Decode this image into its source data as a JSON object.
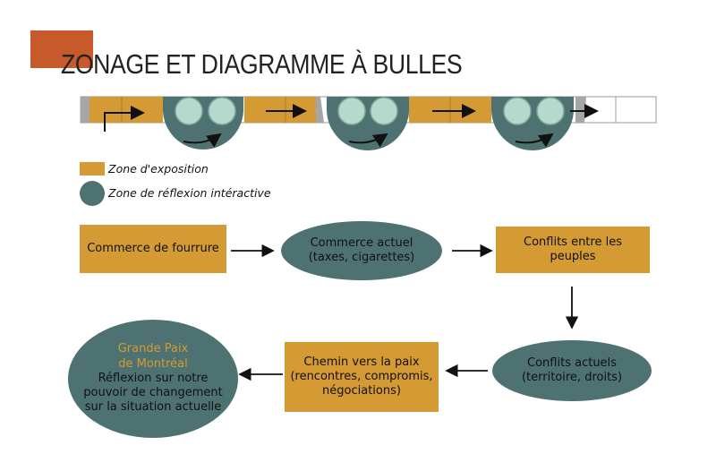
{
  "header": {
    "title": "ZONAGE ET DIAGRAMME À BULLES"
  },
  "colors": {
    "accent": "#c75a2b",
    "exposition": "#d49a33",
    "reflexion": "#4e7271",
    "tree": "#b7d8cc"
  },
  "legend": {
    "exposition_label": "Zone d'exposition",
    "reflexion_label": "Zone de réflexion intéractive"
  },
  "flow": {
    "n1": "Commerce de fourrure",
    "n2_line1": "Commerce actuel",
    "n2_line2": "(taxes, cigarettes)",
    "n3": "Conflits entre les peuples",
    "n4_line1": "Conflits actuels",
    "n4_line2": "(territoire, droits)",
    "n5_line1": "Chemin vers la paix",
    "n5_line2": "(rencontres, compromis,",
    "n5_line3": "négociations)",
    "n6_title1": "Grande Paix",
    "n6_title2": "de Montréal",
    "n6_line1": "Réflexion sur notre",
    "n6_line2": "pouvoir de changement",
    "n6_line3": "sur la situation actuelle"
  }
}
